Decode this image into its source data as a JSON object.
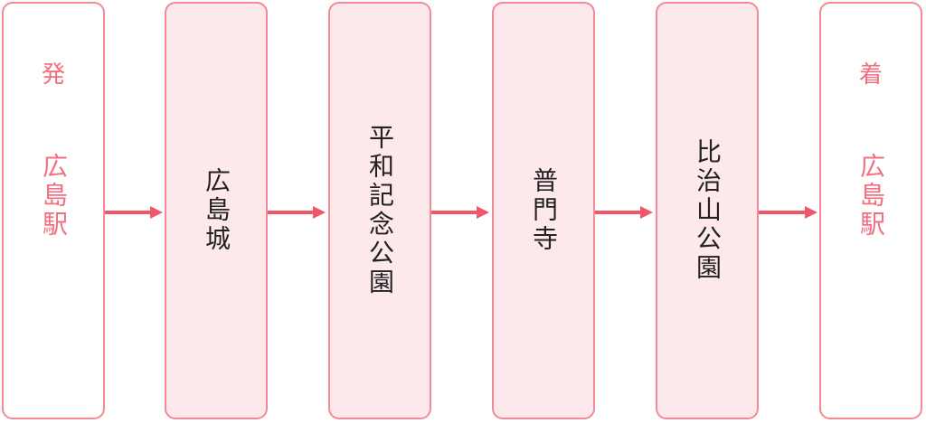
{
  "route": {
    "start": {
      "tag": "発",
      "name": "広島駅"
    },
    "stops": [
      {
        "name": "広島城"
      },
      {
        "name": "平和記念公園"
      },
      {
        "name": "普門寺"
      },
      {
        "name": "比治山公園"
      }
    ],
    "end": {
      "tag": "着",
      "name": "広島駅"
    }
  },
  "colors": {
    "border": "#f28a98",
    "stop_fill": "#fde8ec",
    "accent_text": "#f06f80",
    "arrow": "#f0566c",
    "stop_text": "#222222"
  }
}
